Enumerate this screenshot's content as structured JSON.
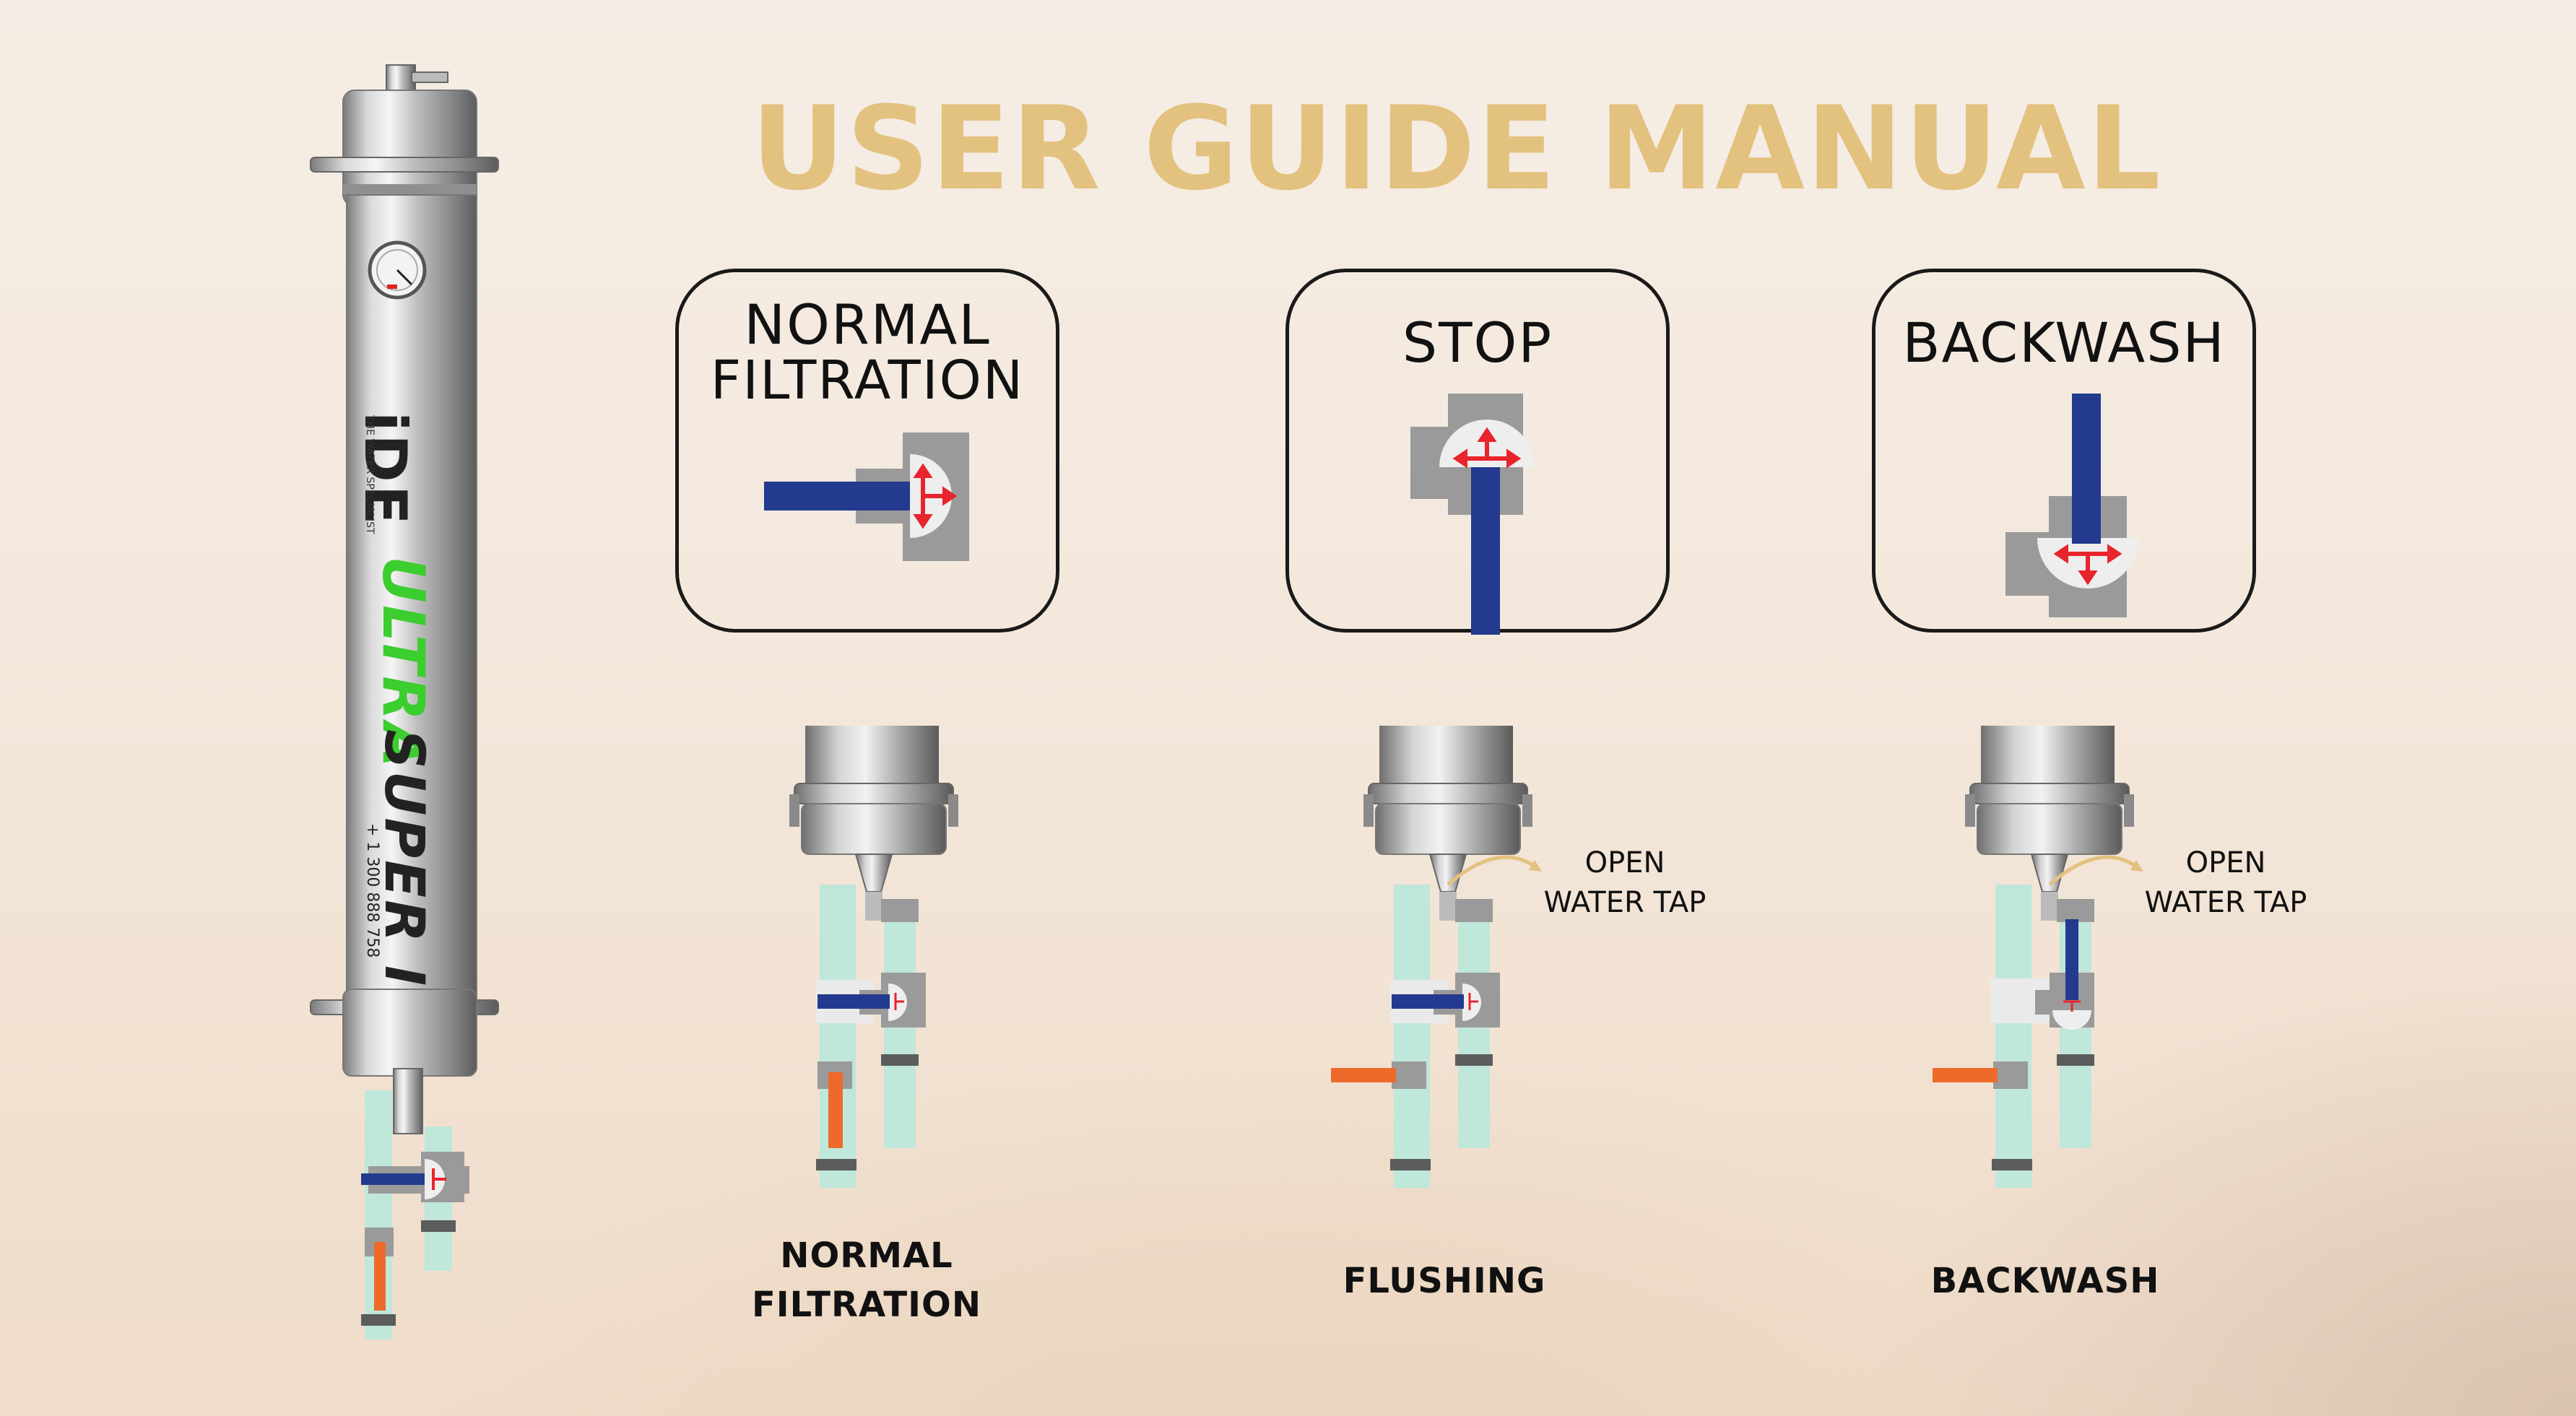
{
  "title": "USER GUIDE MANUAL",
  "valve_states": [
    {
      "id": "normal",
      "label_line1": "NORMAL",
      "label_line2": "FILTRATION"
    },
    {
      "id": "stop",
      "label_line1": "STOP",
      "label_line2": ""
    },
    {
      "id": "backwash",
      "label_line1": "BACKWASH",
      "label_line2": ""
    }
  ],
  "steps": [
    {
      "id": "normal",
      "label_line1": "NORMAL",
      "label_line2": "FILTRATION",
      "tap_line1": "",
      "tap_line2": ""
    },
    {
      "id": "flushing",
      "label_line1": "FLUSHING",
      "label_line2": "",
      "tap_line1": "OPEN",
      "tap_line2": "WATER TAP"
    },
    {
      "id": "backwash",
      "label_line1": "BACKWASH",
      "label_line2": "",
      "tap_line1": "OPEN",
      "tap_line2": "WATER TAP"
    }
  ],
  "product": {
    "brand": "iDE",
    "brand_sub": "THE WATER SPECIALIST",
    "model_part1": "ULTRA",
    "model_part2": "SUPER I",
    "phone": "+ 1 300 888 758"
  },
  "colors": {
    "title": "#e3c17f",
    "handle": "#233a8e",
    "arrow": "#e8242c",
    "drain": "#ee6a2a",
    "pipe": "#bfe7da",
    "valve_body": "#9a9a9a",
    "brand_green": "#3ccd2e"
  }
}
